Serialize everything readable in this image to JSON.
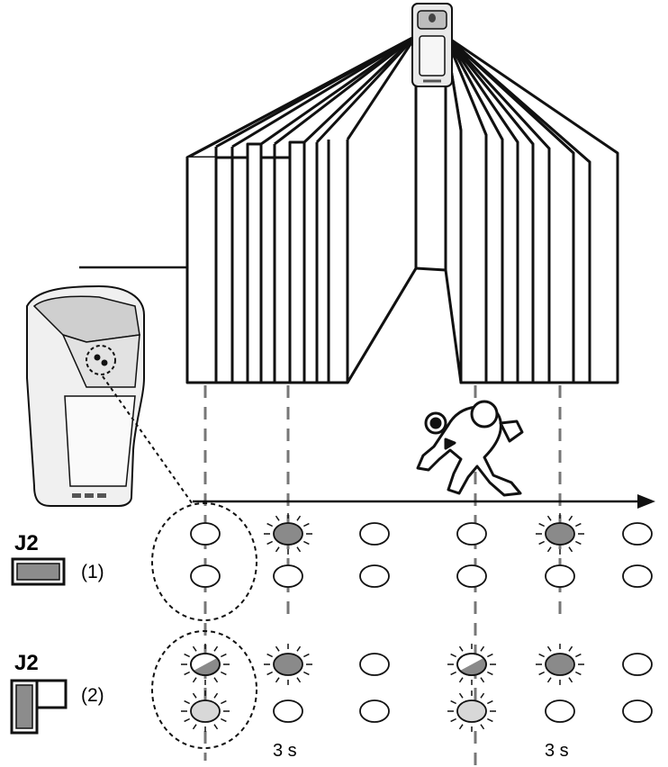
{
  "jumpers": [
    {
      "name": "J2",
      "mode": "(1)",
      "setting": "horizontal"
    },
    {
      "name": "J2",
      "mode": "(2)",
      "setting": "vertical"
    }
  ],
  "time_labels": [
    "3 s",
    "3 s"
  ],
  "colors": {
    "stroke": "#111111",
    "dash": "#777777",
    "led_grey": "#8a8a8a",
    "led_light": "#d8d8d8",
    "jumper_fill": "#8c8c8c"
  },
  "icons": [
    "motion-detector-icon",
    "running-intruder-icon",
    "time-arrow-icon"
  ],
  "led_rows": {
    "mode_1": {
      "top": [
        "off",
        "grey",
        "off",
        "off",
        "grey",
        "off"
      ],
      "bottom": [
        "off",
        "off",
        "off",
        "off",
        "off",
        "off"
      ]
    },
    "mode_2": {
      "top": [
        "half",
        "grey",
        "off",
        "half",
        "grey",
        "off"
      ],
      "bottom": [
        "light",
        "off",
        "off",
        "light",
        "off",
        "off"
      ]
    }
  }
}
